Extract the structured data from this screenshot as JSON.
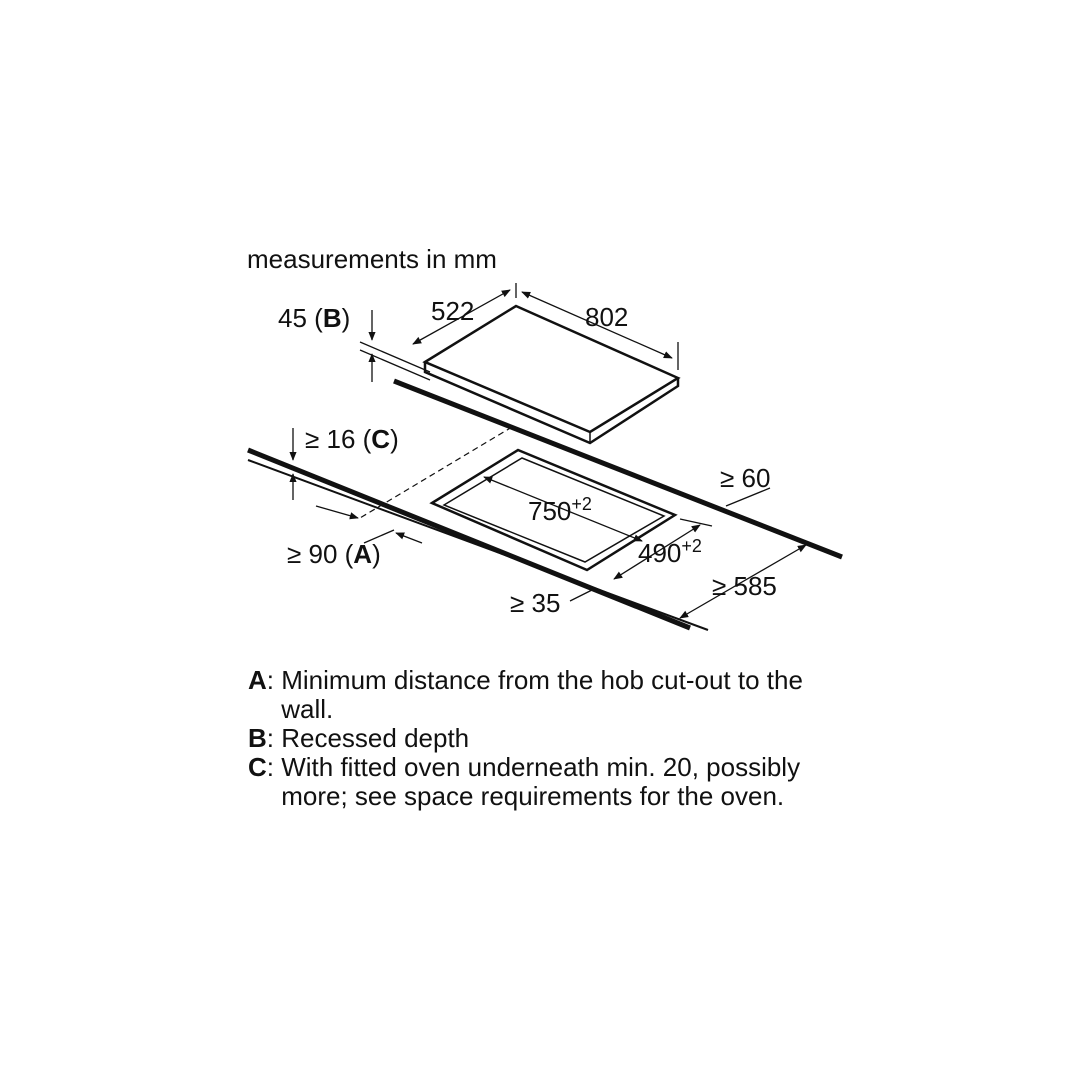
{
  "title": "measurements in mm",
  "dims": {
    "hob_depth": "522",
    "hob_width": "802",
    "recess": "45 (",
    "recess_key": "B",
    "recess_close": ")",
    "min_16": "≥ 16 (",
    "min_16_key": "C",
    "min_16_close": ")",
    "min_60": "≥ 60",
    "cutout_width": "750",
    "cutout_width_tol": "+2",
    "cutout_depth": "490",
    "cutout_depth_tol": "+2",
    "min_90": "≥ 90 (",
    "min_90_key": "A",
    "min_90_close": ")",
    "min_585": "≥ 585",
    "min_35": "≥ 35"
  },
  "legend": [
    {
      "key": "A",
      "sep": ": ",
      "text": "Minimum distance from the hob cut-out to the wall."
    },
    {
      "key": "B",
      "sep": ": ",
      "text": "Recessed depth"
    },
    {
      "key": "C",
      "sep": ": ",
      "text": "With fitted oven underneath min. 20, possibly more; see space requirements for the oven."
    }
  ]
}
